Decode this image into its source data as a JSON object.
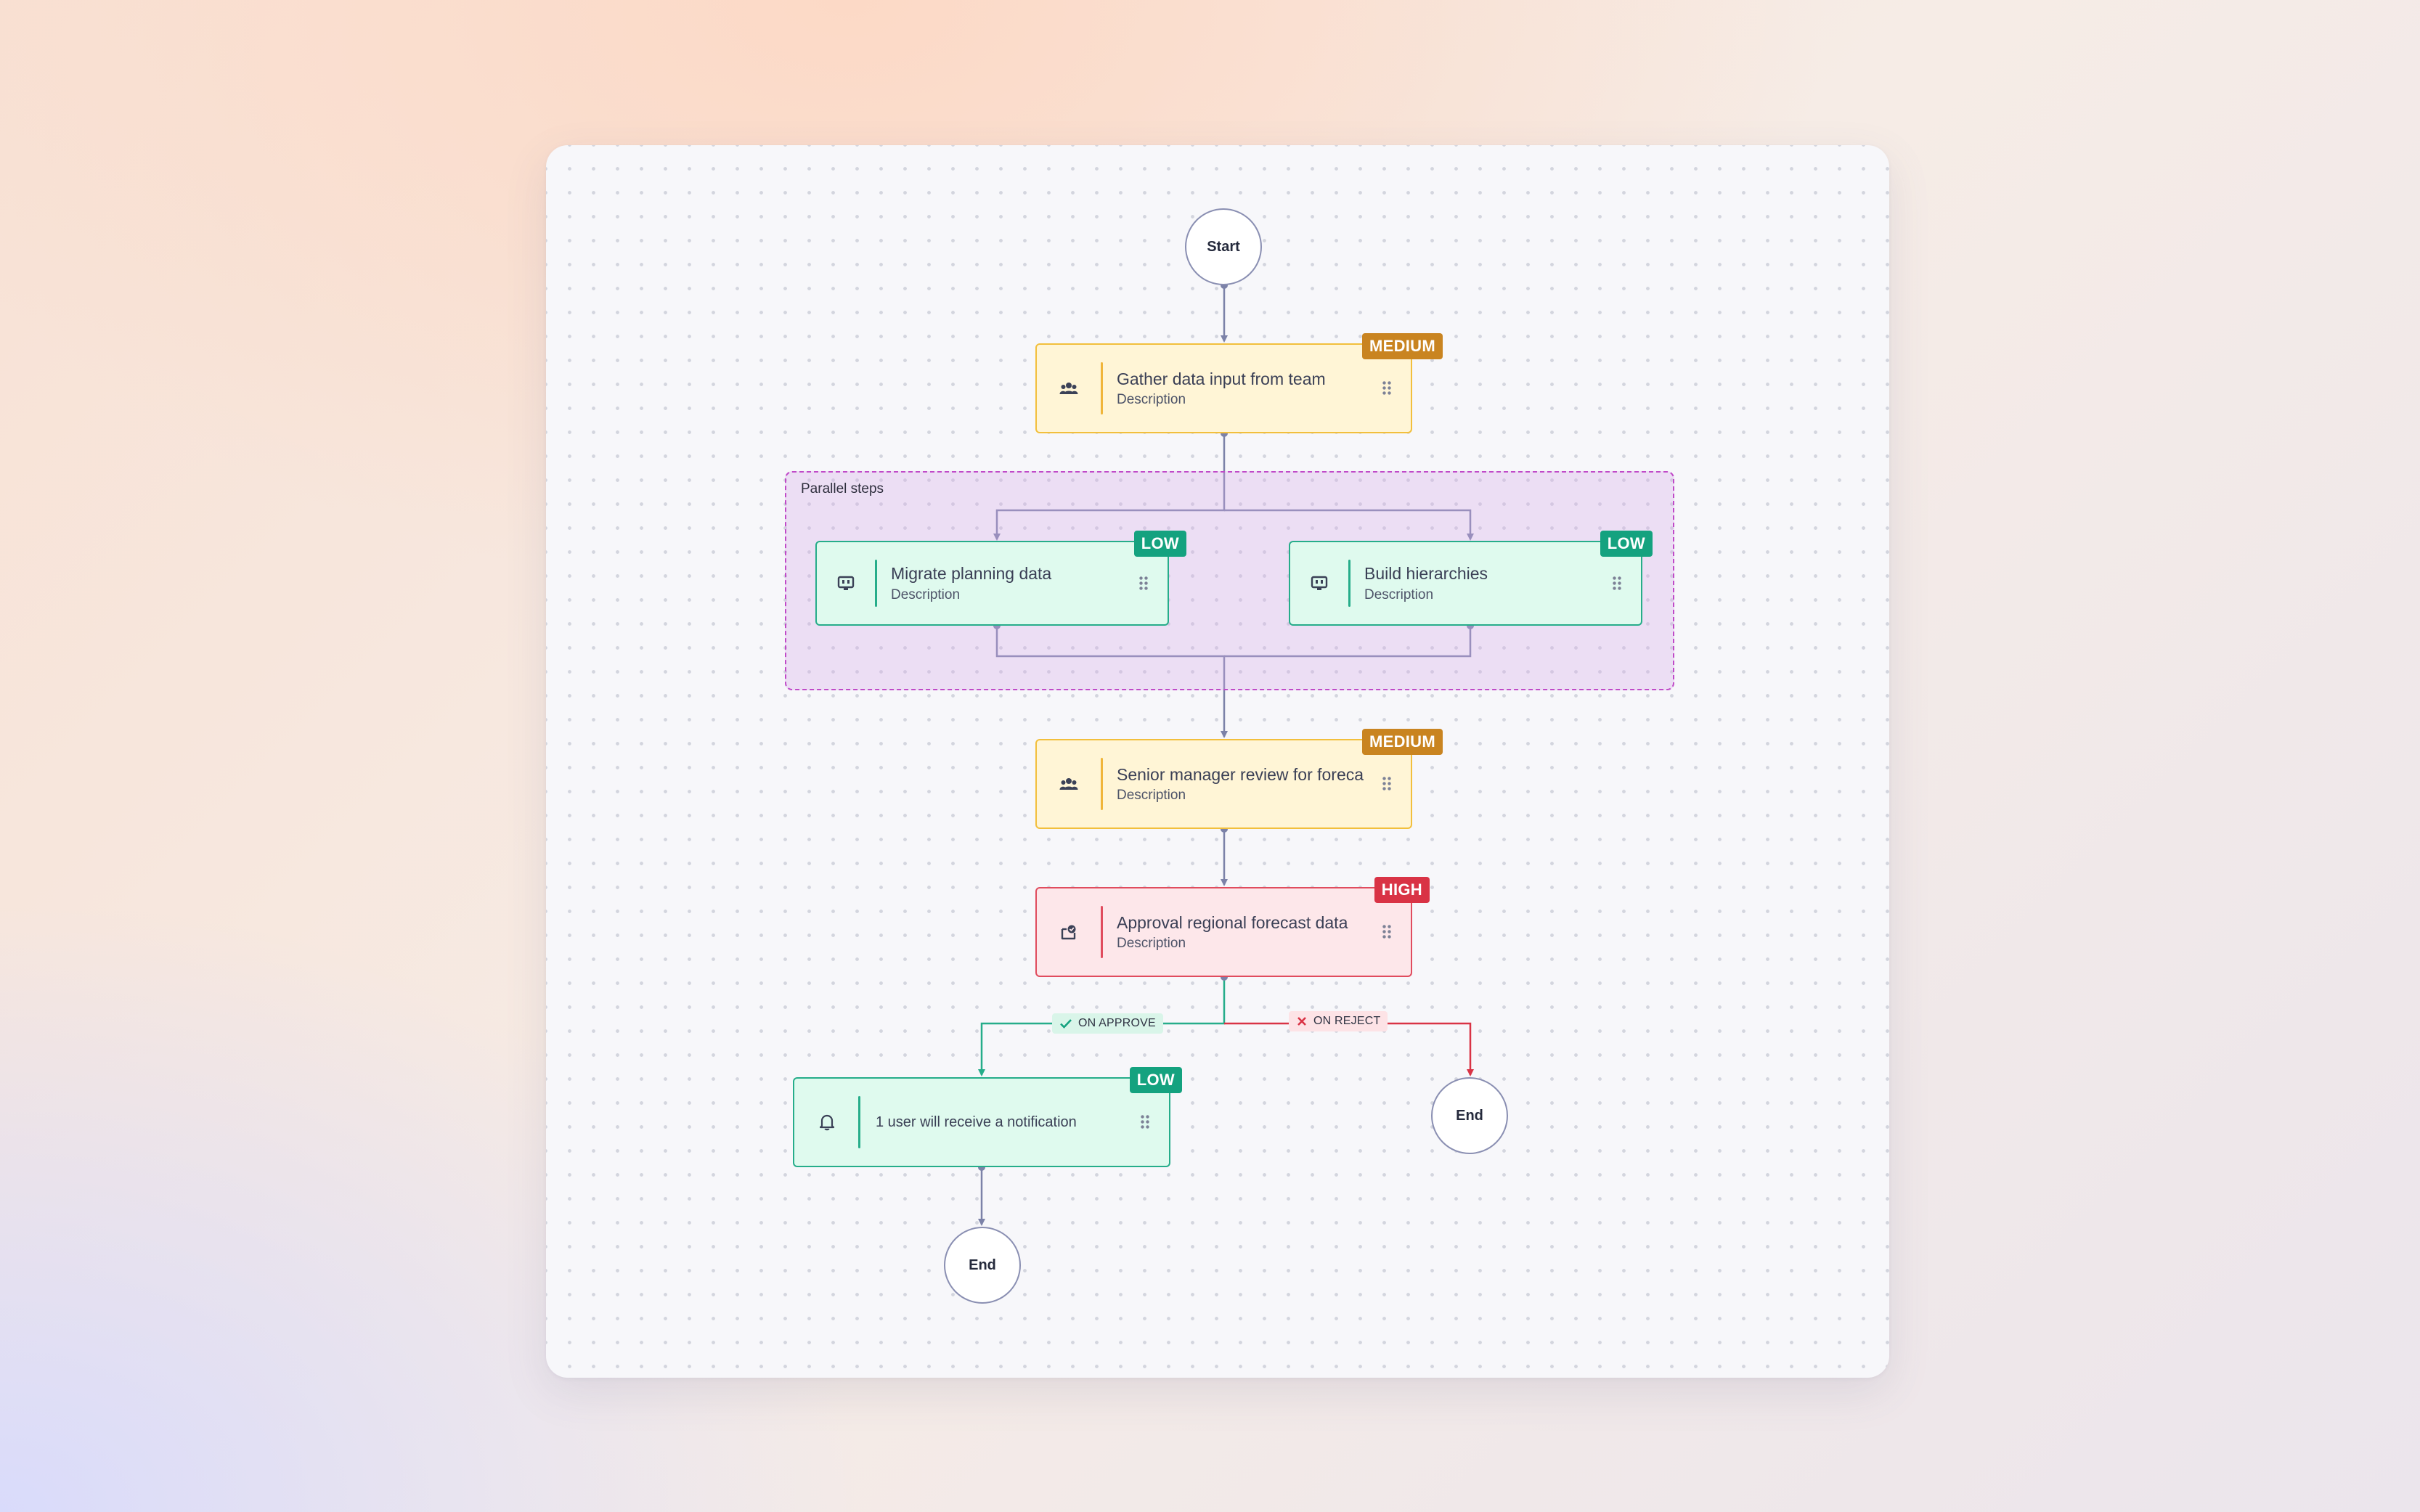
{
  "diagram": {
    "start_label": "Start",
    "end_label": "End",
    "group_label": "Parallel steps",
    "nodes": {
      "gather": {
        "title": "Gather data input from team",
        "description": "Description",
        "priority": "MEDIUM",
        "icon": "users-icon"
      },
      "migrate": {
        "title": "Migrate planning data",
        "description": "Description",
        "priority": "LOW",
        "icon": "monitor-icon"
      },
      "build": {
        "title": "Build hierarchies",
        "description": "Description",
        "priority": "LOW",
        "icon": "monitor-icon"
      },
      "review": {
        "title": "Senior manager review for foreca",
        "description": "Description",
        "priority": "MEDIUM",
        "icon": "users-icon"
      },
      "approval": {
        "title": "Approval regional forecast data",
        "description": "Description",
        "priority": "HIGH",
        "icon": "approval-icon"
      },
      "notify": {
        "title": "1 user will receive a notification",
        "priority": "LOW",
        "icon": "bell-icon"
      }
    },
    "edge_labels": {
      "approve": "ON APPROVE",
      "reject": "ON REJECT"
    },
    "colors": {
      "medium": "#c98420",
      "low": "#14a27f",
      "high": "#d93345",
      "edge": "#7c82a8",
      "approve_edge": "#26ad8a",
      "reject_edge": "#d93345",
      "group_border": "#c04ac8"
    }
  }
}
